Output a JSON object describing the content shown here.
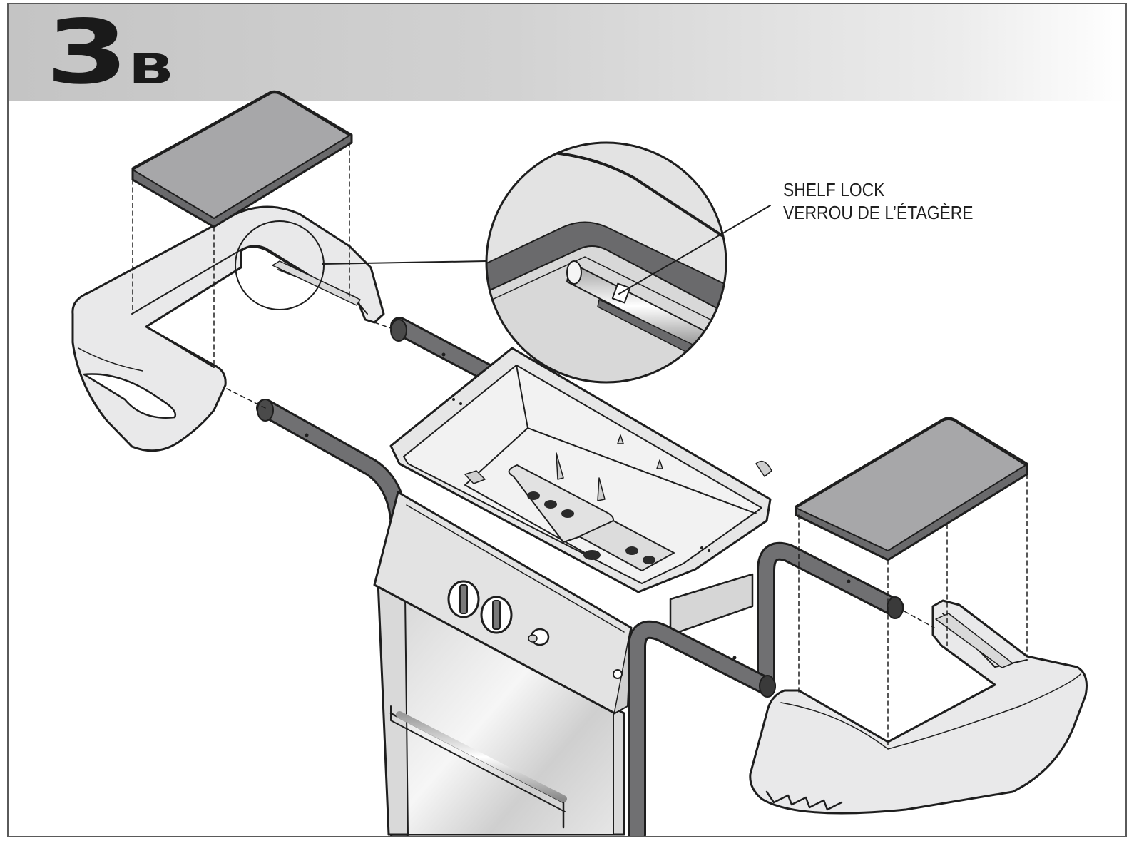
{
  "header": {
    "step_number": "3",
    "step_sub": "B"
  },
  "callout": {
    "label_en": "SHELF LOCK",
    "label_fr": "VERROU DE L’ÉTAGÈRE"
  },
  "colors": {
    "shelf_top": "#a7a7a9",
    "shelf_edge": "#6a6a6c",
    "tube": "#707072",
    "plastic": "#e9e9ea",
    "outline": "#1e1e1e",
    "header_dark": "#c4c4c4"
  }
}
